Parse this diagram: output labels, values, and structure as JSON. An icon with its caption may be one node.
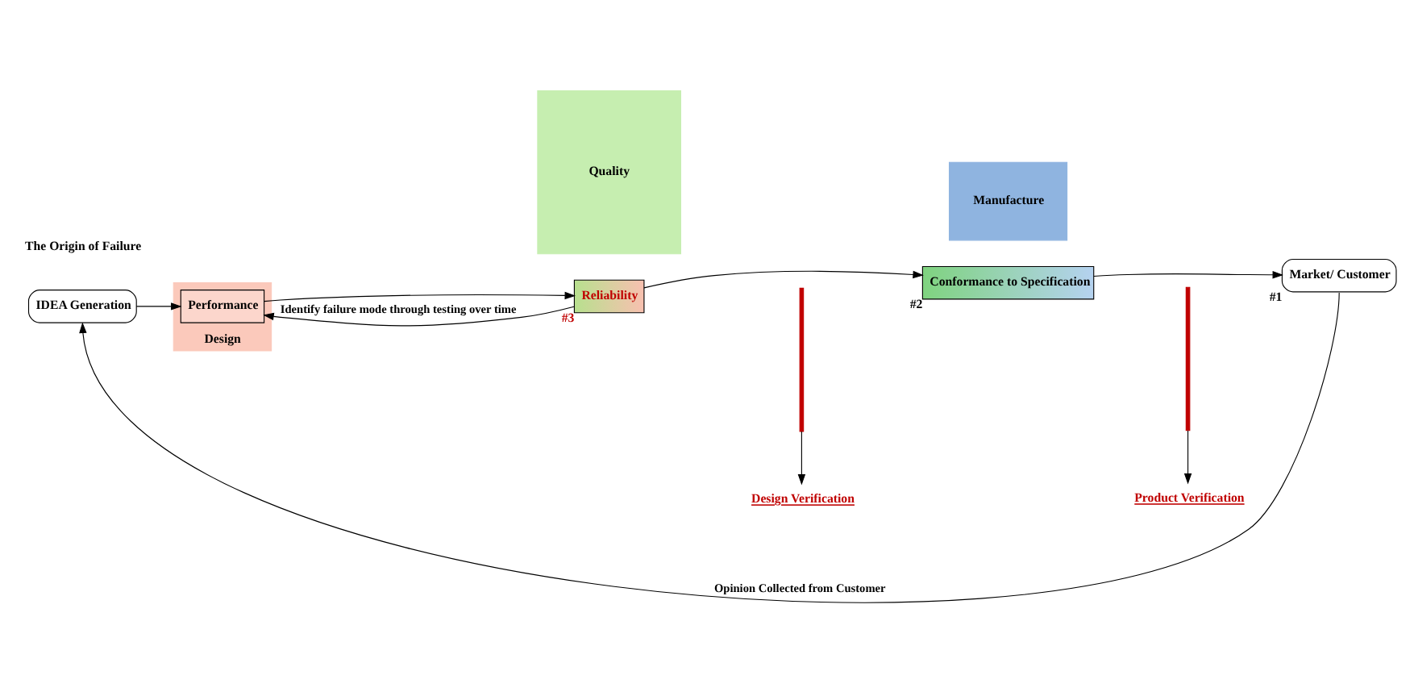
{
  "diagram": {
    "nodes": [
      {
        "text": [
          "IDEA Generation"
        ]
      },
      {
        "text": [
          "Quality"
        ]
      },
      {
        "text": [
          "Design"
        ]
      },
      {
        "text": [
          "Performance"
        ],
        "in": 2
      },
      {
        "text": [
          "Reliability"
        ],
        "beside": [
          "#3"
        ]
      },
      {
        "text": [
          "Manufacture"
        ]
      },
      {
        "text": [
          "Conformance to Specification"
        ],
        "beside": [
          "#2"
        ]
      },
      {
        "text": [
          "Market/ Customer"
        ],
        "beside": [
          "#1"
        ]
      },
      {
        "text": [
          "Design Verification"
        ]
      },
      {
        "text": [
          "Product Verification"
        ]
      },
      {
        "text": [],
        "shape": "bar"
      },
      {
        "text": [],
        "shape": "bar"
      }
    ],
    "edges": [
      {
        "from": 0,
        "to": 3,
        "arrow": "to"
      },
      {
        "from": 3,
        "to": 4,
        "arrow": "to"
      },
      {
        "from": 4,
        "to": 3,
        "arrow": "to",
        "label": "Identify failure mode through testing over time"
      },
      {
        "from": 4,
        "to": 6,
        "arrow": "to"
      },
      {
        "from": 6,
        "to": 7,
        "arrow": "to"
      },
      {
        "from": 7,
        "to": 0,
        "arrow": "to",
        "label": "Opinion Collected from Customer"
      },
      {
        "from": 10,
        "to": 8,
        "arrow": "to"
      },
      {
        "from": 11,
        "to": 9,
        "arrow": "to"
      }
    ],
    "labels": [
      "The Origin of Failure"
    ]
  }
}
